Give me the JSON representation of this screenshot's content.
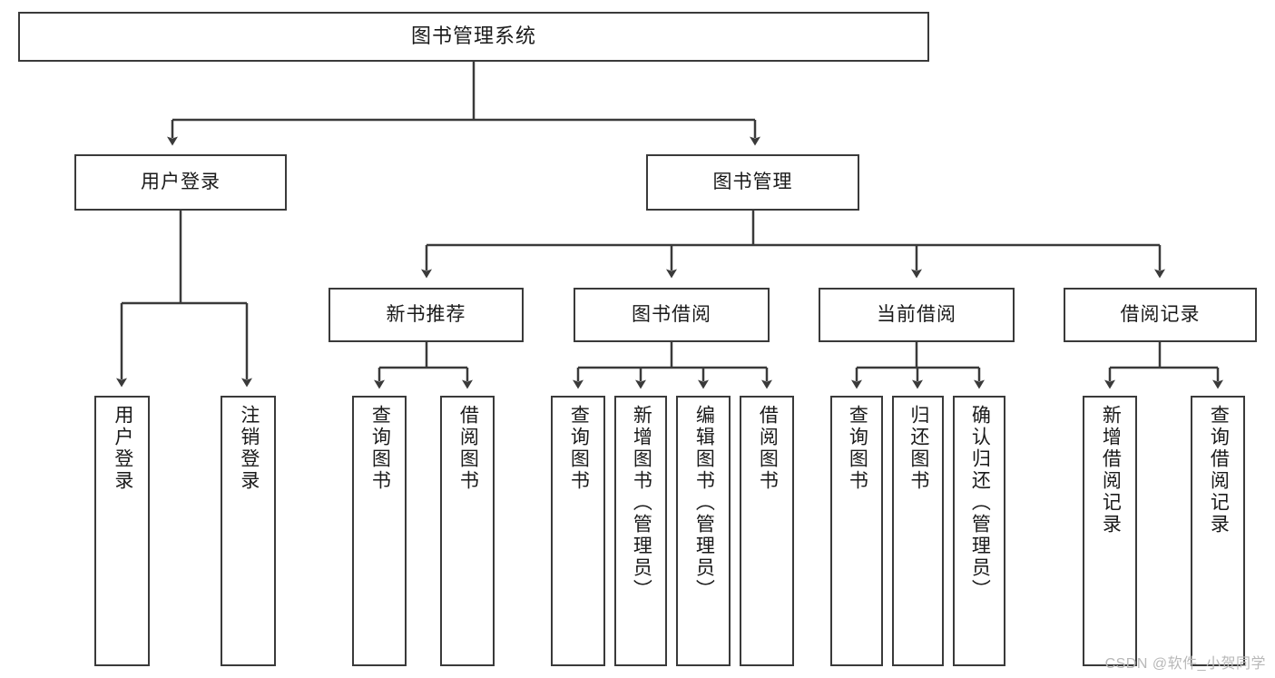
{
  "diagram": {
    "title": "图书管理系统",
    "type": "tree-hierarchy-functional-decomposition",
    "colors": {
      "stroke": "#3a3a3a",
      "fill": "#ffffff",
      "text": "#1a1a1a",
      "watermark": "#b8b8b8"
    },
    "root": {
      "label": "图书管理系统"
    },
    "level2": [
      {
        "label": "用户登录"
      },
      {
        "label": "图书管理"
      }
    ],
    "level3": [
      {
        "label": "新书推荐"
      },
      {
        "label": "图书借阅"
      },
      {
        "label": "当前借阅"
      },
      {
        "label": "借阅记录"
      }
    ],
    "leaves": {
      "user_login": [
        {
          "label": "用户登录"
        },
        {
          "label": "注销登录"
        }
      ],
      "new_book_recommend": [
        {
          "label": "查询图书"
        },
        {
          "label": "借阅图书"
        }
      ],
      "book_borrow": [
        {
          "label": "查询图书"
        },
        {
          "label": "新增图书（管理员）"
        },
        {
          "label": "编辑图书（管理员）"
        },
        {
          "label": "借阅图书"
        }
      ],
      "current_borrow": [
        {
          "label": "查询图书"
        },
        {
          "label": "归还图书"
        },
        {
          "label": "确认归还（管理员）"
        }
      ],
      "borrow_records": [
        {
          "label": "新增借阅记录"
        },
        {
          "label": "查询借阅记录"
        }
      ]
    },
    "watermark": "CSDN @软件_小贺同学"
  }
}
